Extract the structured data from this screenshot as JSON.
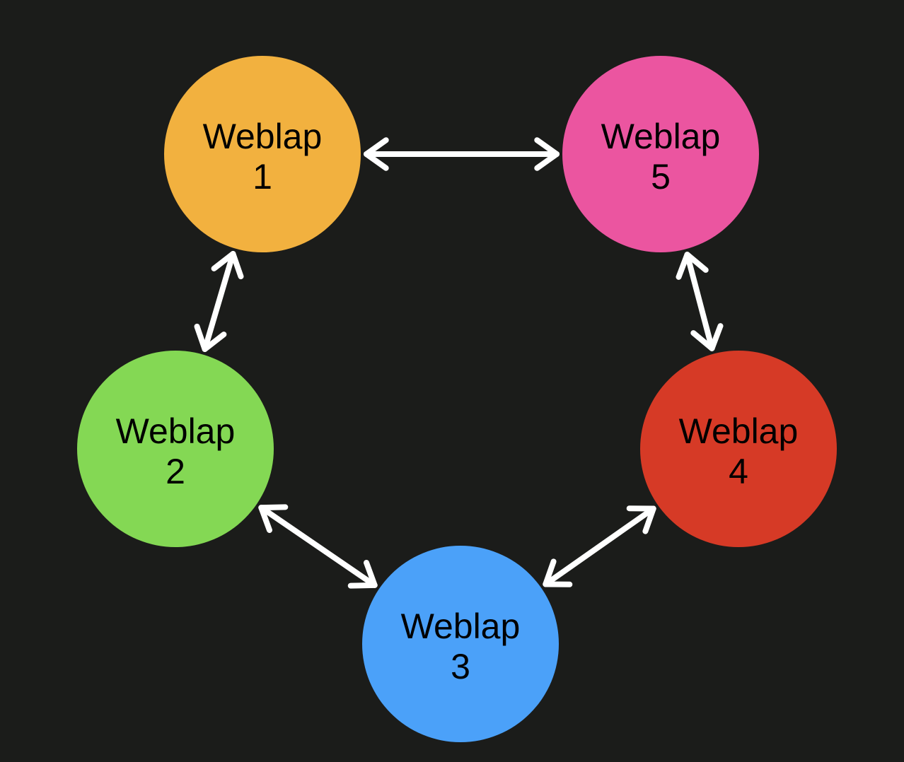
{
  "diagram": {
    "background": "#1b1c1a",
    "arrow_color": "#ffffff",
    "nodes": [
      {
        "id": "n1",
        "line1": "Weblap",
        "line2": "1",
        "color": "#f2b13f"
      },
      {
        "id": "n2",
        "line1": "Weblap",
        "line2": "2",
        "color": "#84d854"
      },
      {
        "id": "n3",
        "line1": "Weblap",
        "line2": "3",
        "color": "#4ba1f9"
      },
      {
        "id": "n4",
        "line1": "Weblap",
        "line2": "4",
        "color": "#d63a26"
      },
      {
        "id": "n5",
        "line1": "Weblap",
        "line2": "5",
        "color": "#eb55a0"
      }
    ],
    "edges": [
      {
        "from": "n1",
        "to": "n5",
        "bidirectional": true
      },
      {
        "from": "n1",
        "to": "n2",
        "bidirectional": true
      },
      {
        "from": "n2",
        "to": "n3",
        "bidirectional": true
      },
      {
        "from": "n3",
        "to": "n4",
        "bidirectional": true
      },
      {
        "from": "n5",
        "to": "n4",
        "bidirectional": true
      }
    ]
  }
}
